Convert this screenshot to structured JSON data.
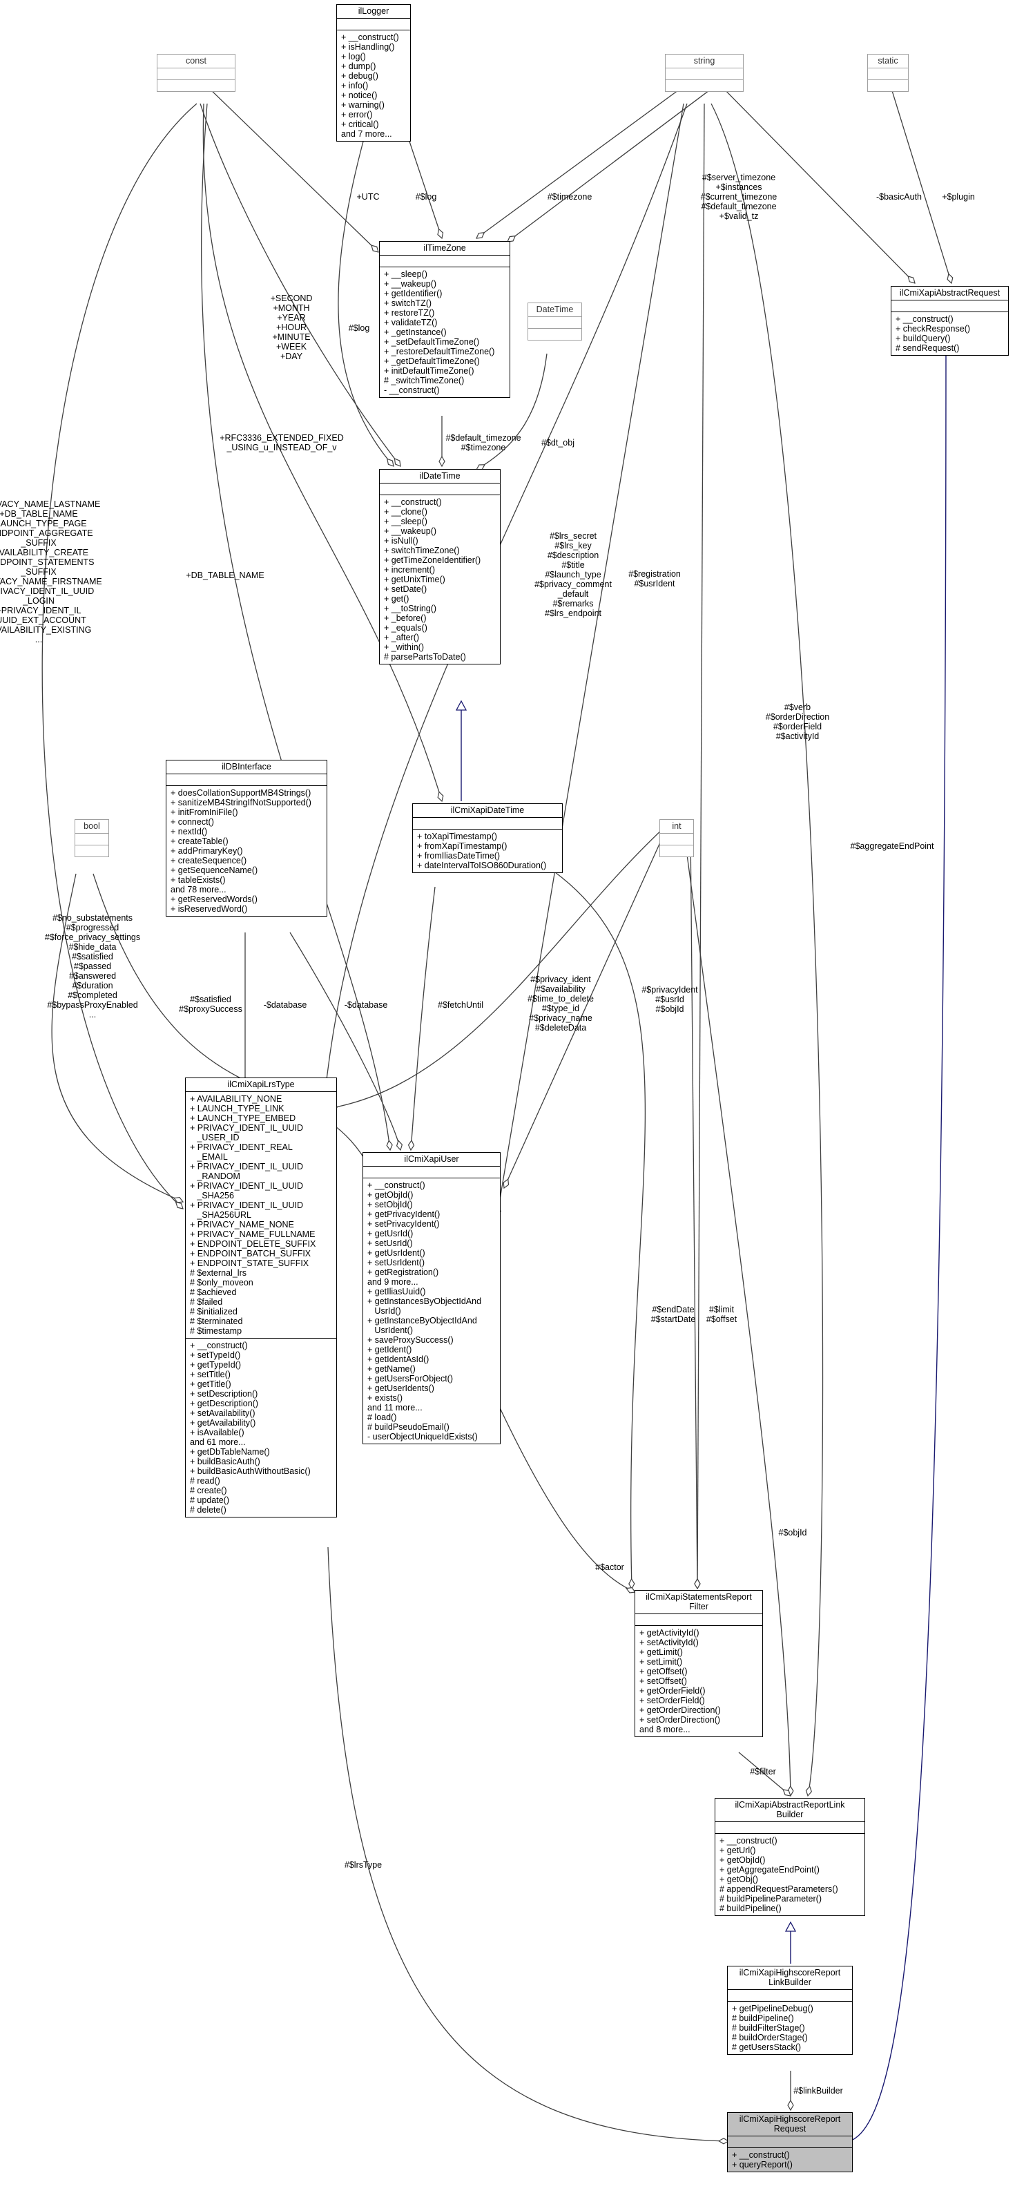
{
  "nodes": {
    "ilLogger": {
      "title": "ilLogger",
      "attrs": [],
      "methods": [
        "+ __construct()",
        "+ isHandling()",
        "+ log()",
        "+ dump()",
        "+ debug()",
        "+ info()",
        "+ notice()",
        "+ warning()",
        "+ error()",
        "+ critical()",
        "and 7 more..."
      ]
    },
    "const": {
      "title": "const",
      "attrs": [],
      "methods": []
    },
    "string": {
      "title": "string",
      "attrs": [],
      "methods": []
    },
    "static": {
      "title": "static",
      "attrs": [],
      "methods": []
    },
    "ilTimeZone": {
      "title": "ilTimeZone",
      "attrs": [],
      "methods": [
        "+ __sleep()",
        "+ __wakeup()",
        "+ getIdentifier()",
        "+ switchTZ()",
        "+ restoreTZ()",
        "+ validateTZ()",
        "+ _getInstance()",
        "+ _setDefaultTimeZone()",
        "+ _restoreDefaultTimeZone()",
        "+ _getDefaultTimeZone()",
        "+ initDefaultTimeZone()",
        "# _switchTimeZone()",
        "- __construct()"
      ]
    },
    "ilCmiXapiAbstractRequest": {
      "title": "ilCmiXapiAbstractRequest",
      "attrs": [],
      "methods": [
        "+ __construct()",
        "+ checkResponse()",
        "+ buildQuery()",
        "# sendRequest()"
      ]
    },
    "DateTime": {
      "title": "DateTime",
      "attrs": [],
      "methods": []
    },
    "ilDateTime": {
      "title": "ilDateTime",
      "attrs": [],
      "methods": [
        "+ __construct()",
        "+ __clone()",
        "+ __sleep()",
        "+ __wakeup()",
        "+ isNull()",
        "+ switchTimeZone()",
        "+ getTimeZoneIdentifier()",
        "+ increment()",
        "+ getUnixTime()",
        "+ setDate()",
        "+ get()",
        "+ __toString()",
        "+ _before()",
        "+ _equals()",
        "+ _after()",
        "+ _within()",
        "# parsePartsToDate()"
      ]
    },
    "ilDBInterface": {
      "title": "ilDBInterface",
      "attrs": [],
      "methods": [
        "+ doesCollationSupportMB4Strings()",
        "+ sanitizeMB4StringIfNotSupported()",
        "+ initFromIniFile()",
        "+ connect()",
        "+ nextId()",
        "+ createTable()",
        "+ addPrimaryKey()",
        "+ createSequence()",
        "+ getSequenceName()",
        "+ tableExists()",
        "and 78 more...",
        "+ getReservedWords()",
        "+ isReservedWord()"
      ]
    },
    "ilCmiXapiDateTime": {
      "title": "ilCmiXapiDateTime",
      "attrs": [],
      "methods": [
        "+ toXapiTimestamp()",
        "+ fromXapiTimestamp()",
        "+ fromIliasDateTime()",
        "+ dateIntervalToISO860Duration()"
      ]
    },
    "bool": {
      "title": "bool",
      "attrs": [],
      "methods": []
    },
    "int": {
      "title": "int",
      "attrs": [],
      "methods": []
    },
    "ilCmiXapiLrsType": {
      "title": "ilCmiXapiLrsType",
      "attrs": [
        "+ AVAILABILITY_NONE",
        "+ LAUNCH_TYPE_LINK",
        "+ LAUNCH_TYPE_EMBED",
        "+ PRIVACY_IDENT_IL_UUID",
        "   _USER_ID",
        "+ PRIVACY_IDENT_REAL",
        "   _EMAIL",
        "+ PRIVACY_IDENT_IL_UUID",
        "   _RANDOM",
        "+ PRIVACY_IDENT_IL_UUID",
        "   _SHA256",
        "+ PRIVACY_IDENT_IL_UUID",
        "   _SHA256URL",
        "+ PRIVACY_NAME_NONE",
        "+ PRIVACY_NAME_FULLNAME",
        "+ ENDPOINT_DELETE_SUFFIX",
        "+ ENDPOINT_BATCH_SUFFIX",
        "+ ENDPOINT_STATE_SUFFIX",
        "# $external_lrs",
        "# $only_moveon",
        "# $achieved",
        "# $failed",
        "# $initialized",
        "# $terminated",
        "# $timestamp"
      ],
      "methods": [
        "+ __construct()",
        "+ setTypeId()",
        "+ getTypeId()",
        "+ setTitle()",
        "+ getTitle()",
        "+ setDescription()",
        "+ getDescription()",
        "+ setAvailability()",
        "+ getAvailability()",
        "+ isAvailable()",
        "and 61 more...",
        "+ getDbTableName()",
        "+ buildBasicAuth()",
        "+ buildBasicAuthWithoutBasic()",
        "# read()",
        "# create()",
        "# update()",
        "# delete()"
      ]
    },
    "ilCmiXapiUser": {
      "title": "ilCmiXapiUser",
      "attrs": [],
      "methods": [
        "+ __construct()",
        "+ getObjId()",
        "+ setObjId()",
        "+ getPrivacyIdent()",
        "+ setPrivacyIdent()",
        "+ getUsrId()",
        "+ setUsrId()",
        "+ getUsrIdent()",
        "+ setUsrIdent()",
        "+ getRegistration()",
        "and 9 more...",
        "+ getIliasUuid()",
        "+ getInstancesByObjectIdAnd",
        "   UsrId()",
        "+ getInstanceByObjectIdAnd",
        "   UsrIdent()",
        "+ saveProxySuccess()",
        "+ getIdent()",
        "+ getIdentAsId()",
        "+ getName()",
        "+ getUsersForObject()",
        "+ getUserIdents()",
        "+ exists()",
        "and 11 more...",
        "# load()",
        "# buildPseudoEmail()",
        "- userObjectUniqueIdExists()"
      ]
    },
    "ilCmiXapiStatementsReportFilter": {
      "title": "ilCmiXapiStatementsReport\nFilter",
      "attrs": [],
      "methods": [
        "+ getActivityId()",
        "+ setActivityId()",
        "+ getLimit()",
        "+ setLimit()",
        "+ getOffset()",
        "+ setOffset()",
        "+ getOrderField()",
        "+ setOrderField()",
        "+ getOrderDirection()",
        "+ setOrderDirection()",
        "and 8 more..."
      ]
    },
    "ilCmiXapiAbstractReportLinkBuilder": {
      "title": "ilCmiXapiAbstractReportLink\nBuilder",
      "attrs": [],
      "methods": [
        "+ __construct()",
        "+ getUrl()",
        "+ getObjId()",
        "+ getAggregateEndPoint()",
        "+ getObj()",
        "# appendRequestParameters()",
        "# buildPipelineParameter()",
        "# buildPipeline()"
      ]
    },
    "ilCmiXapiHighscoreReportLinkBuilder": {
      "title": "ilCmiXapiHighscoreReport\nLinkBuilder",
      "attrs": [],
      "methods": [
        "+ getPipelineDebug()",
        "# buildPipeline()",
        "# buildFilterStage()",
        "# buildOrderStage()",
        "# getUsersStack()"
      ]
    },
    "ilCmiXapiHighscoreReportRequest": {
      "title": "ilCmiXapiHighscoreReport\nRequest",
      "attrs": [],
      "methods": [
        "+ __construct()",
        "+ queryReport()"
      ]
    }
  },
  "edge_labels": {
    "log_logger": "#$log",
    "tz_log": "#$log",
    "utc": "+UTC",
    "timezone_string": "#$timezone",
    "server_timezone": "#$server_timezone\n+$instances\n#$current_timezone\n#$default_timezone\n+$valid_tz",
    "basic_auth": "-$basicAuth",
    "plugin": "+$plugin",
    "date_consts": "+SECOND\n+MONTH\n+YEAR\n+HOUR\n+MINUTE\n+WEEK\n+DAY",
    "rfc": "+RFC3336_EXTENDED_FIXED\n_USING_u_INSTEAD_OF_v",
    "default_timezone": "#$default_timezone\n#$timezone",
    "dt_obj": "#$dt_obj",
    "lrs_consts": "+PRIVACY_NAME_LASTNAME\n+DB_TABLE_NAME\n+LAUNCH_TYPE_PAGE\n+ENDPOINT_AGGREGATE\n_SUFFIX\n+AVAILABILITY_CREATE\n+ENDPOINT_STATEMENTS\n_SUFFIX\n+PRIVACY_NAME_FIRSTNAME\n+PRIVACY_IDENT_IL_UUID\n_LOGIN\n+PRIVACY_IDENT_IL\n_UUID_EXT_ACCOUNT\n+AVAILABILITY_EXISTING\n...",
    "db_table_name": "+DB_TABLE_NAME",
    "lrs_strings": "#$lrs_secret\n#$lrs_key\n#$description\n#$title\n#$launch_type\n#$privacy_comment\n_default\n#$remarks\n#$lrs_endpoint",
    "registration": "#$registration\n#$usrIdent",
    "verb": "#$verb\n#$orderDirection\n#$orderField\n#$activityId",
    "aggregate": "#$aggregateEndPoint",
    "bool_lrs": "#$no_substatements\n#$progressed\n#$force_privacy_settings\n#$hide_data\n#$satisfied\n#$passed\n#$answered\n#$duration\n#$completed\n#$bypassProxyEnabled\n...",
    "satisfied": "#$satisfied\n#$proxySuccess",
    "database1": "-$database",
    "database2": "-$database",
    "fetch_until": "#$fetchUntil",
    "privacy_ident": "#$privacy_ident\n#$availability\n#$time_to_delete\n#$type_id\n#$privacy_name\n#$deleteData",
    "usr_id": "#$privacyIdent\n#$usrId\n#$objId",
    "end_date": "#$endDate\n#$startDate",
    "limit": "#$limit\n#$offset",
    "obj_id": "#$objId",
    "actor": "#$actor",
    "filter": "#$filter",
    "lrs_type": "#$lrsType",
    "link_builder": "#$linkBuilder"
  }
}
